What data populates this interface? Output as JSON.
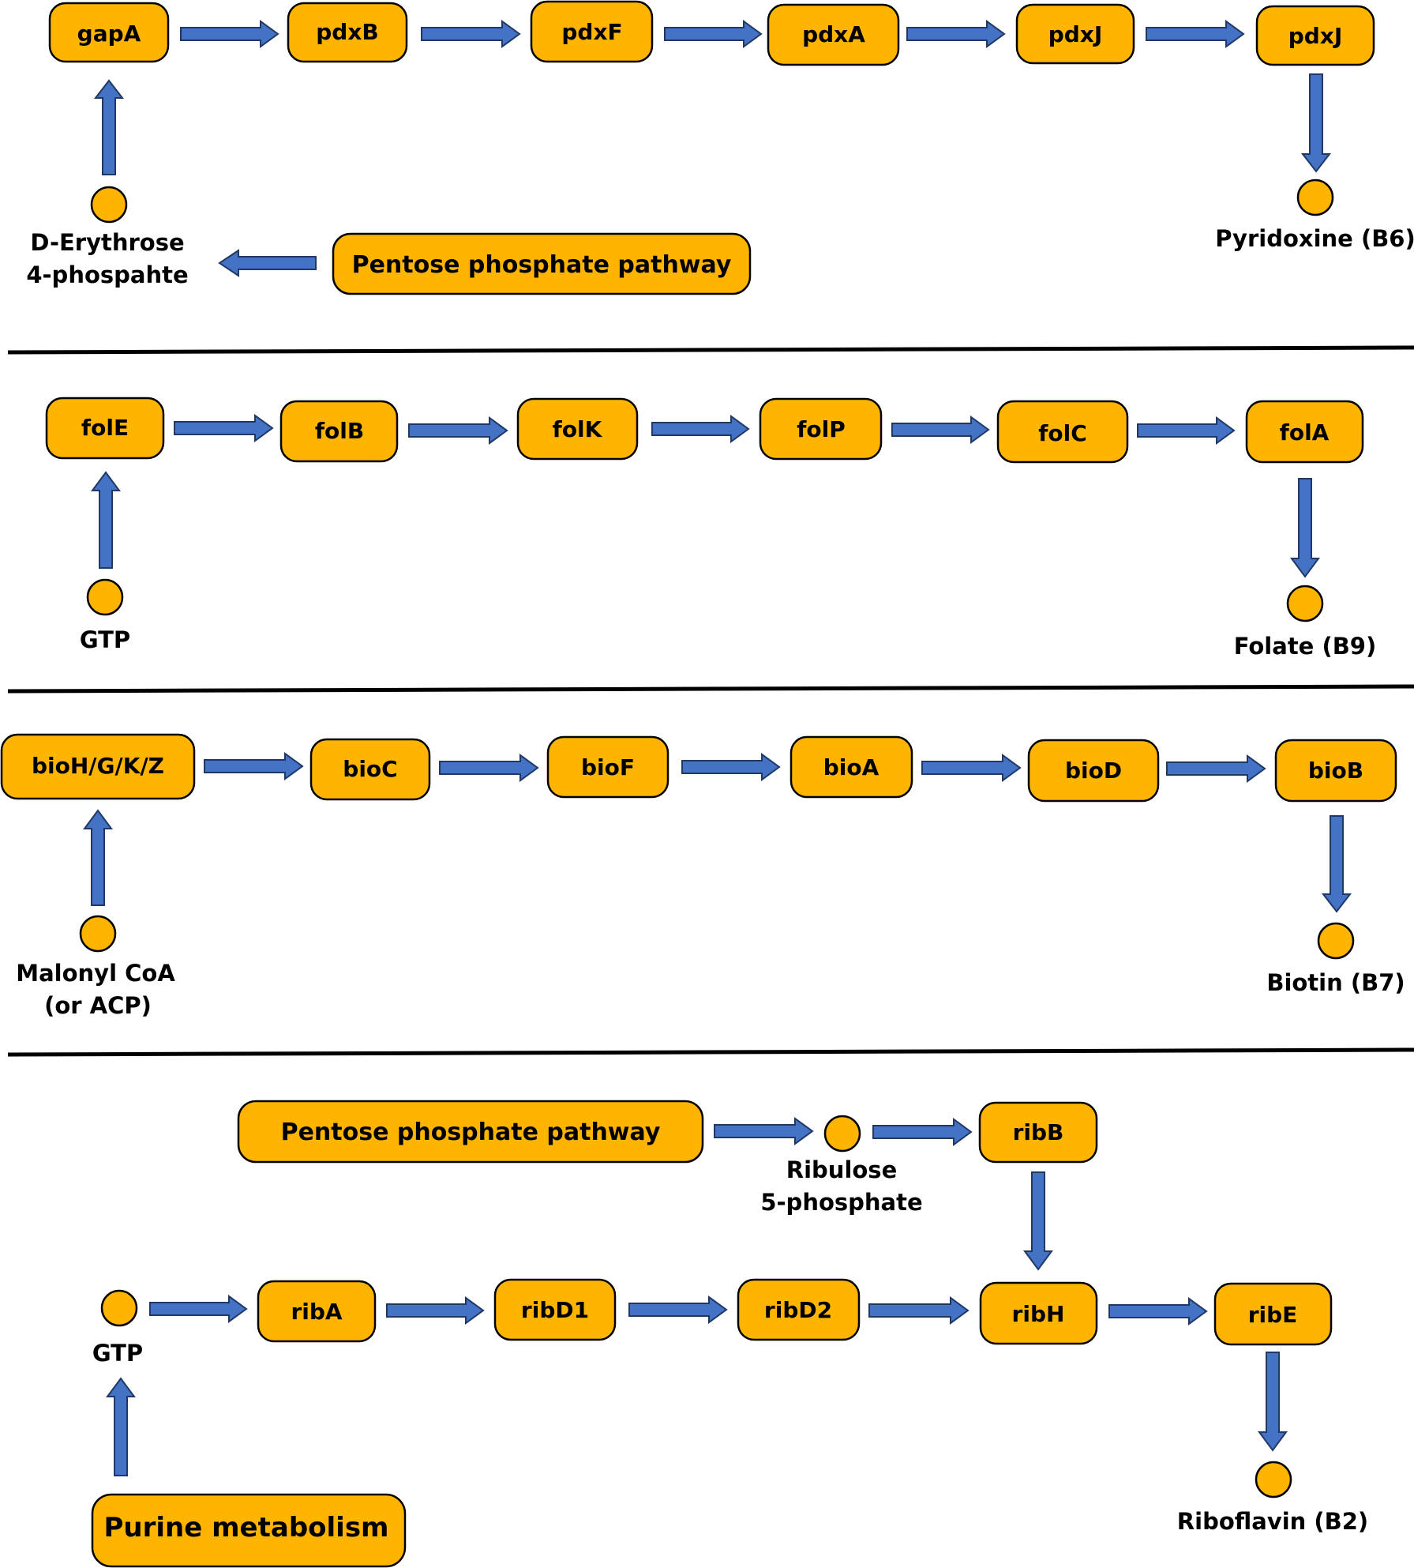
{
  "colors": {
    "node": "#ffb400",
    "arrow": "#4472c4",
    "arrow_outline": "#1f3864",
    "divider": "#000000"
  },
  "b6": {
    "genes": [
      "gapA",
      "pdxB",
      "pdxF",
      "pdxA",
      "pdxJ",
      "pdxJ"
    ],
    "start_label": [
      "D-Erythrose",
      "4-phospahte"
    ],
    "source": "Pentose phosphate pathway",
    "product": "Pyridoxine (B6)"
  },
  "b9": {
    "genes": [
      "folE",
      "folB",
      "folK",
      "folP",
      "folC",
      "folA"
    ],
    "start_label": "GTP",
    "product": "Folate (B9)"
  },
  "b7": {
    "genes": [
      "bioH/G/K/Z",
      "bioC",
      "bioF",
      "bioA",
      "bioD",
      "bioB"
    ],
    "start_label": [
      "Malonyl CoA",
      "(or ACP)"
    ],
    "product": "Biotin (B7)"
  },
  "b2": {
    "source": "Pentose phosphate pathway",
    "intermediate": [
      "Ribulose",
      "5-phosphate"
    ],
    "branch_gene": "ribB",
    "genes": [
      "ribA",
      "ribD1",
      "ribD2",
      "ribH",
      "ribE"
    ],
    "start_label": "GTP",
    "upstream": "Purine metabolism",
    "product": "Riboflavin (B2)"
  }
}
